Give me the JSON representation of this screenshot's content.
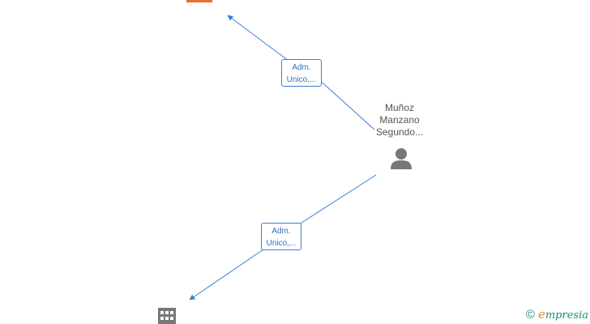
{
  "colors": {
    "edge": "#3a7fd5",
    "company_top": "#f06a2c",
    "company_bottom": "#777777",
    "person": "#777777",
    "brand_green": "#1e8c7a",
    "brand_orange": "#f08a1c"
  },
  "nodes": {
    "person": {
      "name_lines": [
        "Muñoz",
        "Manzano",
        "Segundo..."
      ],
      "icon": "person-icon"
    },
    "company_top": {
      "icon": "building-icon-orange"
    },
    "company_bottom": {
      "icon": "building-icon-grey"
    }
  },
  "edges": [
    {
      "from": "person",
      "to": "company_top",
      "label_lines": [
        "Adm.",
        "Unico,..."
      ]
    },
    {
      "from": "person",
      "to": "company_bottom",
      "label_lines": [
        "Adm.",
        "Unico,..."
      ]
    }
  ],
  "watermark": {
    "copyright": "©",
    "brand_first": "e",
    "brand_rest": "mpresia"
  }
}
